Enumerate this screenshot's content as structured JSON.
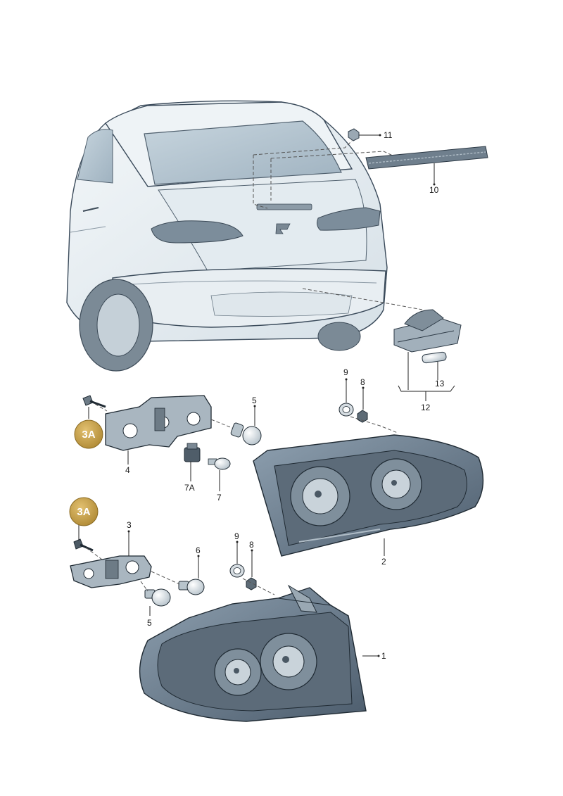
{
  "callouts": {
    "c1": "1",
    "c2": "2",
    "c3": "3",
    "c4": "4",
    "c5a": "5",
    "c5b": "5",
    "c6": "6",
    "c7": "7",
    "c7a": "7A",
    "c8a": "8",
    "c8b": "8",
    "c9a": "9",
    "c9b": "9",
    "c10": "10",
    "c11": "11",
    "c12": "12",
    "c13": "13"
  },
  "badges": {
    "upper": "3A",
    "lower": "3A"
  },
  "colors": {
    "badge_fill": "#c9a24a",
    "lamp_shell": "#5e6f80",
    "car_body": "#e9f0f4",
    "window": "#b6c6d2"
  }
}
